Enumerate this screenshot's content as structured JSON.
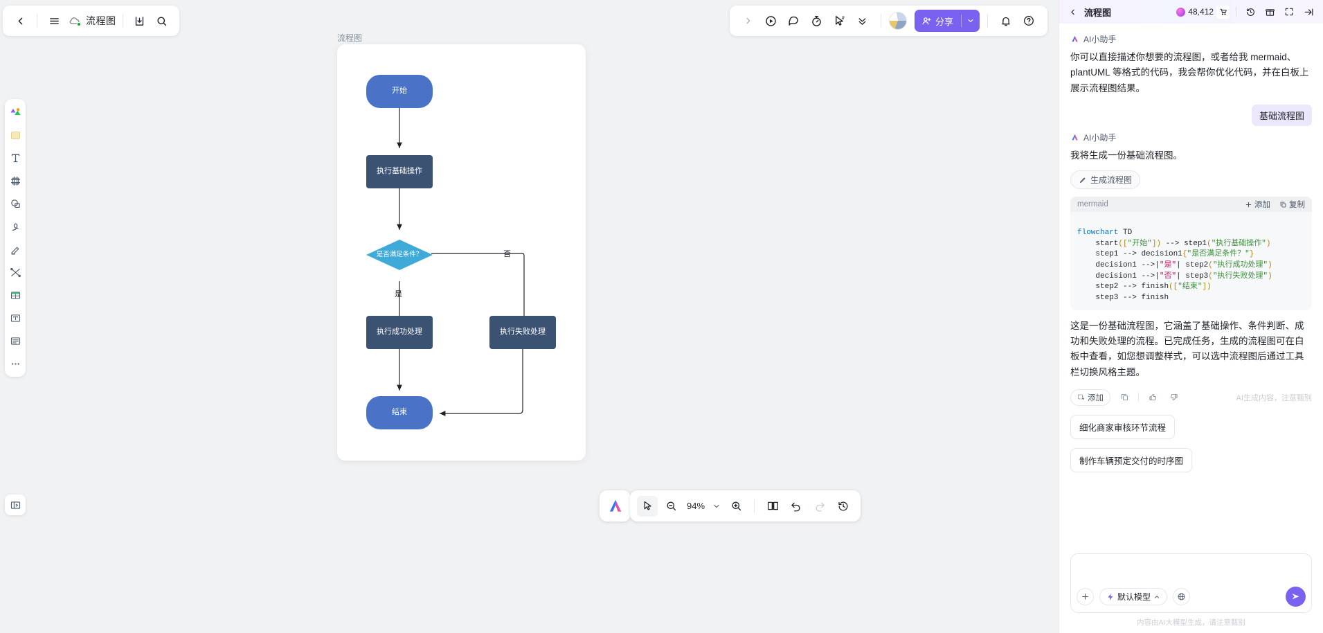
{
  "topbar_left": {
    "back_icon": "chevron-left-icon",
    "menu_icon": "hamburger-menu-icon",
    "cloud_icon": "cloud-sync-icon",
    "doc_title": "流程图",
    "download_icon": "download-icon",
    "search_icon": "search-icon"
  },
  "topbar_right": {
    "expand_icon": "chevron-right-icon",
    "play_icon": "play-circle-icon",
    "comment_icon": "comment-bubble-icon",
    "timer_icon": "timer-icon",
    "pointer_icon": "cursor-pointer-icon",
    "collapse_icon": "double-chevron-down-icon",
    "avatar": "user-avatar",
    "share_label": "分享",
    "share_caret": "chevron-down-icon",
    "bell_icon": "bell-icon",
    "help_icon": "question-circle-icon",
    "accent": "#7b61f0"
  },
  "left_rail": {
    "items": [
      {
        "icon": "shapes-tool-icon",
        "name": "tool-shapes"
      },
      {
        "icon": "sticky-note-icon",
        "name": "tool-sticky-note"
      },
      {
        "icon": "text-tool-icon",
        "name": "tool-text"
      },
      {
        "icon": "frame-tool-icon",
        "name": "tool-frame"
      },
      {
        "icon": "shape-circle-icon",
        "name": "tool-shape"
      },
      {
        "icon": "pen-tool-icon",
        "name": "tool-pen"
      },
      {
        "icon": "highlighter-icon",
        "name": "tool-highlighter"
      },
      {
        "icon": "connector-icon",
        "name": "tool-connector"
      },
      {
        "icon": "table-icon",
        "name": "tool-table"
      },
      {
        "icon": "text-box-icon",
        "name": "tool-textbox"
      },
      {
        "icon": "list-icon",
        "name": "tool-list"
      },
      {
        "icon": "more-dots-icon",
        "name": "tool-more"
      }
    ],
    "bottom_icon": "export-frame-icon"
  },
  "board": {
    "label": "流程图",
    "colors": {
      "start": "#4a73c8",
      "process": "#3b5272",
      "decision": "#3fa9d8",
      "end": "#4a73c8"
    },
    "nodes": [
      {
        "id": "start",
        "label": "开始",
        "type": "terminal"
      },
      {
        "id": "step1",
        "label": "执行基础操作",
        "type": "process"
      },
      {
        "id": "decision1",
        "label": "是否满足条件？",
        "type": "decision"
      },
      {
        "id": "step2",
        "label": "执行成功处理",
        "type": "process"
      },
      {
        "id": "step3",
        "label": "执行失败处理",
        "type": "process"
      },
      {
        "id": "finish",
        "label": "结束",
        "type": "terminal"
      }
    ],
    "edge_labels": {
      "yes": "是",
      "no": "否"
    }
  },
  "bottom_bar": {
    "ai_logo": "ai-assistant-logo",
    "cursor_icon": "cursor-select-icon",
    "zoom_out_icon": "zoom-out-icon",
    "zoom_level": "94%",
    "zoom_caret": "chevron-down-icon",
    "zoom_in_icon": "zoom-in-icon",
    "present_icon": "book-present-icon",
    "undo_icon": "undo-icon",
    "redo_icon": "redo-icon",
    "history_icon": "history-clock-icon"
  },
  "panel": {
    "back_icon": "chevron-left-icon",
    "title": "流程图",
    "credits": "48,412",
    "coin_icon": "credit-coin-icon",
    "cart_icon": "shopping-cart-icon",
    "history_icon": "history-clock-icon",
    "gift_icon": "gift-box-icon",
    "fullscreen_icon": "fullscreen-icon",
    "collapse_icon": "collapse-right-icon",
    "assistant_name": "AI小助手",
    "messages": [
      {
        "role": "assistant",
        "name": "AI小助手",
        "text": "你可以直接描述你想要的流程图，或者给我 mermaid、plantUML 等格式的代码，我会帮你优化代码，并在白板上展示流程图结果。"
      },
      {
        "role": "user",
        "text": "基础流程图"
      },
      {
        "role": "assistant",
        "name": "AI小助手",
        "text": "我将生成一份基础流程图。"
      }
    ],
    "tool_chip": {
      "icon": "pencil-icon",
      "label": "生成流程图"
    },
    "code_block": {
      "language": "mermaid",
      "add_label": "添加",
      "add_icon": "plus-icon",
      "copy_label": "复制",
      "copy_icon": "copy-icon",
      "lines": [
        "flowchart TD",
        "    start([\"开始\"]) --> step1(\"执行基础操作\")",
        "    step1 --> decision1{\"是否满足条件？\"}",
        "    decision1 -->|\"是\"| step2(\"执行成功处理\")",
        "    decision1 -->|\"否\"| step3(\"执行失败处理\")",
        "    step2 --> finish([\"结束\"])",
        "    step3 --> finish"
      ]
    },
    "explanation": "这是一份基础流程图，它涵盖了基础操作、条件判断、成功和失败处理的流程。已完成任务，生成的流程图可在白板中查看，如您想调整样式，可以选中流程图后通过工具栏切换风格主题。",
    "message_actions": {
      "add_label": "添加",
      "add_icon": "add-to-board-icon",
      "copy_icon": "copy-icon",
      "like_icon": "thumbs-up-icon",
      "dislike_icon": "thumbs-down-icon",
      "disclaimer": "AI生成内容，注意甄别"
    },
    "suggestions": [
      "细化商家审核环节流程",
      "制作车辆预定交付的时序图"
    ],
    "composer": {
      "placeholder": "",
      "value": "",
      "plus_icon": "plus-icon",
      "model_icon": "lightning-icon",
      "model_label": "默认模型",
      "model_caret": "chevron-up-icon",
      "globe_icon": "globe-icon",
      "send_icon": "send-icon"
    },
    "footer_note": "内容由AI大模型生成，请注意甄别"
  }
}
